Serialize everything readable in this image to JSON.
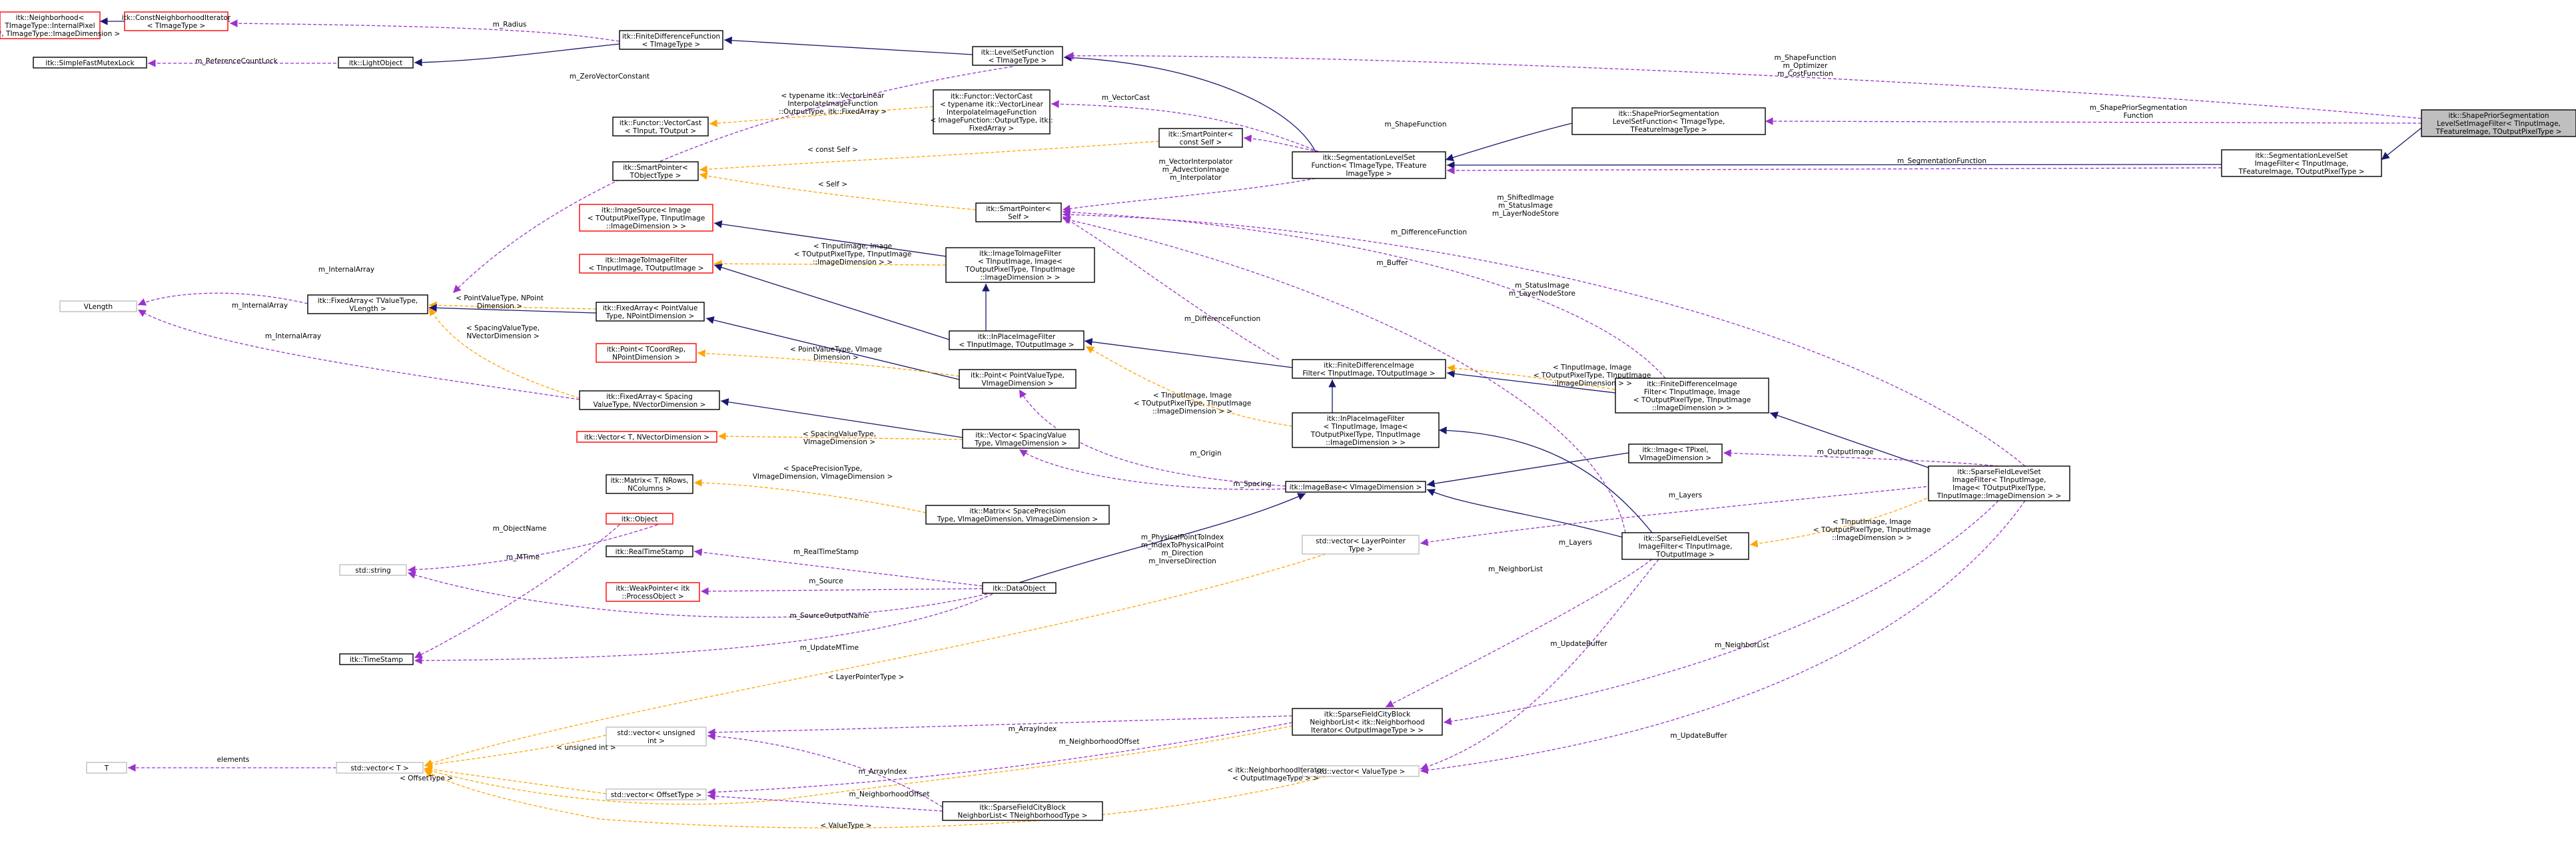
{
  "colors": {
    "inherit": "#191970",
    "usage": "#9a32cd",
    "template": "#ffa500",
    "border_black": "#000000",
    "border_red": "#ff0000",
    "border_grey": "#bfbfbf",
    "highlight_fill": "#bfbfbf"
  },
  "nodes": [
    {
      "id": "neighborhood",
      "lines": [
        "itk::Neighborhood<",
        "TImageType::InternalPixel",
        "Type *, TImageType::ImageDimension >"
      ],
      "border": "red"
    },
    {
      "id": "constnbhd",
      "lines": [
        "itk::ConstNeighborhoodIterator",
        "< TImageType >"
      ],
      "border": "red"
    },
    {
      "id": "simplefast",
      "lines": [
        "itk::SimpleFastMutexLock"
      ],
      "border": "black"
    },
    {
      "id": "lightobject",
      "lines": [
        "itk::LightObject"
      ],
      "border": "black"
    },
    {
      "id": "fdf",
      "lines": [
        "itk::FiniteDifferenceFunction",
        "< TImageType >"
      ],
      "border": "black"
    },
    {
      "id": "lsf",
      "lines": [
        "itk::LevelSetFunction",
        "< TImageType >"
      ],
      "border": "black"
    },
    {
      "id": "fvc_img",
      "lines": [
        "itk::Functor::VectorCast",
        "< typename itk::VectorLinear",
        "InterpolateImageFunction",
        "< ImageFunction::OutputType, itk::",
        "FixedArray >"
      ],
      "border": "black"
    },
    {
      "id": "fvc",
      "lines": [
        "itk::Functor::VectorCast",
        "< TInput, TOutput >"
      ],
      "border": "black"
    },
    {
      "id": "sp_const",
      "lines": [
        "itk::SmartPointer<",
        "const Self >"
      ],
      "border": "black"
    },
    {
      "id": "sp_tobj",
      "lines": [
        "itk::SmartPointer<",
        "TObjectType >"
      ],
      "border": "black"
    },
    {
      "id": "seglsf",
      "lines": [
        "itk::SegmentationLevelSet",
        "Function< TImageType, TFeature",
        "ImageType >"
      ],
      "border": "black"
    },
    {
      "id": "sp_self",
      "lines": [
        "itk::SmartPointer<",
        "Self >"
      ],
      "border": "black"
    },
    {
      "id": "spseglsf",
      "lines": [
        "itk::ShapePriorSegmentation",
        "LevelSetFunction< TImageType,",
        "TFeatureImageType >"
      ],
      "border": "black"
    },
    {
      "id": "seglsif",
      "lines": [
        "itk::SegmentationLevelSet",
        "ImageFilter< TInputImage,",
        "TFeatureImage, TOutputPixelType >"
      ],
      "border": "black"
    },
    {
      "id": "main",
      "lines": [
        "itk::ShapePriorSegmentation",
        "LevelSetImageFilter< TInputImage,",
        "TFeatureImage, TOutputPixelType >"
      ],
      "border": "black",
      "highlight": true
    },
    {
      "id": "imgsource",
      "lines": [
        "itk::ImageSource< Image",
        "< TOutputPixelType, TInputImage",
        "::ImageDimension > >"
      ],
      "border": "red"
    },
    {
      "id": "i2if_tin",
      "lines": [
        "itk::ImageToImageFilter",
        "< TInputImage, TOutputImage >"
      ],
      "border": "red"
    },
    {
      "id": "i2if",
      "lines": [
        "itk::ImageToImageFilter",
        "< TInputImage, Image<",
        "TOutputPixelType, TInputImage",
        "::ImageDimension > >"
      ],
      "border": "black"
    },
    {
      "id": "vlength",
      "lines": [
        "VLength"
      ],
      "border": "grey"
    },
    {
      "id": "fa_tval",
      "lines": [
        "itk::FixedArray< TValueType,",
        "VLength >"
      ],
      "border": "black"
    },
    {
      "id": "fa_pvt",
      "lines": [
        "itk::FixedArray< PointValue",
        "Type, NPointDimension >"
      ],
      "border": "black"
    },
    {
      "id": "point_tc",
      "lines": [
        "itk::Point< TCoordRep,",
        "NPointDimension >"
      ],
      "border": "red"
    },
    {
      "id": "ipif",
      "lines": [
        "itk::InPlaceImageFilter",
        "< TInputImage, TOutputImage >"
      ],
      "border": "black"
    },
    {
      "id": "point_pv",
      "lines": [
        "itk::Point< PointValueType,",
        "VImageDimension >"
      ],
      "border": "black"
    },
    {
      "id": "fa_spacing",
      "lines": [
        "itk::FixedArray< Spacing",
        "ValueType, NVectorDimension >"
      ],
      "border": "black"
    },
    {
      "id": "vector_t",
      "lines": [
        "itk::Vector< T, NVectorDimension >"
      ],
      "border": "red"
    },
    {
      "id": "vector_sv",
      "lines": [
        "itk::Vector< SpacingValue",
        "Type, VImageDimension >"
      ],
      "border": "black"
    },
    {
      "id": "fdif_tin",
      "lines": [
        "itk::FiniteDifferenceImage",
        "Filter< TInputImage, TOutputImage >"
      ],
      "border": "black"
    },
    {
      "id": "ipif_img",
      "lines": [
        "itk::InPlaceImageFilter",
        "< TInputImage, Image<",
        "TOutputPixelType, TInputImage",
        "::ImageDimension > >"
      ],
      "border": "black"
    },
    {
      "id": "fdif_img",
      "lines": [
        "itk::FiniteDifferenceImage",
        "Filter< TInputImage, Image",
        "< TOutputPixelType, TInputImage",
        "::ImageDimension > >"
      ],
      "border": "black"
    },
    {
      "id": "matrix_t",
      "lines": [
        "itk::Matrix< T, NRows,",
        "NColumns >"
      ],
      "border": "black"
    },
    {
      "id": "imagebase",
      "lines": [
        "itk::ImageBase< VImageDimension >"
      ],
      "border": "black"
    },
    {
      "id": "image_tpix",
      "lines": [
        "itk::Image< TPixel,",
        "VImageDimension >"
      ],
      "border": "black"
    },
    {
      "id": "matrix_sp",
      "lines": [
        "itk::Matrix< SpacePrecision",
        "Type, VImageDimension, VImageDimension >"
      ],
      "border": "black"
    },
    {
      "id": "object",
      "lines": [
        "itk::Object"
      ],
      "border": "red"
    },
    {
      "id": "sfls",
      "lines": [
        "itk::SparseFieldLevelSet",
        "ImageFilter< TInputImage,",
        "Image< TOutputPixelType,",
        "TInputImage::ImageDimension > >"
      ],
      "border": "black"
    },
    {
      "id": "stdstring",
      "lines": [
        "std::string"
      ],
      "border": "grey"
    },
    {
      "id": "realtimestamp",
      "lines": [
        "itk::RealTimeStamp"
      ],
      "border": "black"
    },
    {
      "id": "sv_layer",
      "lines": [
        "std::vector< LayerPointer",
        "Type >"
      ],
      "border": "grey"
    },
    {
      "id": "sfls_tout",
      "lines": [
        "itk::SparseFieldLevelSet",
        "ImageFilter< TInputImage,",
        "TOutputImage >"
      ],
      "border": "black"
    },
    {
      "id": "weakptr",
      "lines": [
        "itk::WeakPointer< itk",
        "::ProcessObject >"
      ],
      "border": "red"
    },
    {
      "id": "dataobject",
      "lines": [
        "itk::DataObject"
      ],
      "border": "black"
    },
    {
      "id": "timestamp",
      "lines": [
        "itk::TimeStamp"
      ],
      "border": "black"
    },
    {
      "id": "t",
      "lines": [
        "T"
      ],
      "border": "grey"
    },
    {
      "id": "sfcbnl_big",
      "lines": [
        "itk::SparseFieldCityBlock",
        "NeighborList< itk::Neighborhood",
        "Iterator< OutputImageType > >"
      ],
      "border": "black"
    },
    {
      "id": "sv_uint",
      "lines": [
        "std::vector< unsigned",
        "int >"
      ],
      "border": "grey"
    },
    {
      "id": "std_vector_t",
      "lines": [
        "std::vector< T >"
      ],
      "border": "grey"
    },
    {
      "id": "sv_valuetype",
      "lines": [
        "std::vector< ValueType >"
      ],
      "border": "grey"
    },
    {
      "id": "sv_offset",
      "lines": [
        "std::vector< OffsetType >"
      ],
      "border": "grey"
    },
    {
      "id": "sfcbnl_small",
      "lines": [
        "itk::SparseFieldCityBlock",
        "NeighborList< TNeighborhoodType >"
      ],
      "border": "black"
    }
  ],
  "edge_labels": [
    {
      "id": "l_radius",
      "lines": [
        "m_Radius"
      ]
    },
    {
      "id": "l_refcount",
      "lines": [
        "m_ReferenceCountLock"
      ]
    },
    {
      "id": "l_zerovec",
      "lines": [
        "m_ZeroVectorConstant"
      ]
    },
    {
      "id": "l_vectorcast",
      "lines": [
        "m_VectorCast"
      ]
    },
    {
      "id": "l_shapefunc_top",
      "lines": [
        "m_ShapeFunction",
        "m_Optimizer",
        "m_CostFunction"
      ]
    },
    {
      "id": "l_shapepriorfunc",
      "lines": [
        "m_ShapePriorSegmentation",
        "Function"
      ]
    },
    {
      "id": "l_typename",
      "lines": [
        "< typename itk::VectorLinear",
        "InterpolateImageFunction",
        "::OutputType, itk::FixedArray >"
      ]
    },
    {
      "id": "l_shapefunction",
      "lines": [
        "m_ShapeFunction"
      ]
    },
    {
      "id": "l_constself",
      "lines": [
        "< const Self >"
      ]
    },
    {
      "id": "l_vectorinterp",
      "lines": [
        "m_VectorInterpolator",
        "m_AdvectionImage",
        "m_Interpolator"
      ]
    },
    {
      "id": "l_segfunction",
      "lines": [
        "m_SegmentationFunction"
      ]
    },
    {
      "id": "l_self",
      "lines": [
        "< Self >"
      ]
    },
    {
      "id": "l_shifted",
      "lines": [
        "m_ShiftedImage",
        "m_StatusImage",
        "m_LayerNodeStore"
      ]
    },
    {
      "id": "l_difffunc",
      "lines": [
        "m_DifferenceFunction"
      ]
    },
    {
      "id": "l_tin_img1",
      "lines": [
        "< TInputImage, Image",
        "< TOutputPixelType, TInputImage",
        "::ImageDimension > >"
      ]
    },
    {
      "id": "l_internal1",
      "lines": [
        "m_InternalArray"
      ]
    },
    {
      "id": "l_pvt_npd",
      "lines": [
        "< PointValueType, NPoint",
        "Dimension >"
      ]
    },
    {
      "id": "l_internal2",
      "lines": [
        "m_InternalArray"
      ]
    },
    {
      "id": "l_buffer",
      "lines": [
        "m_Buffer"
      ]
    },
    {
      "id": "l_svt_nvd",
      "lines": [
        "< SpacingValueType,",
        "NVectorDimension >"
      ]
    },
    {
      "id": "l_status",
      "lines": [
        "m_StatusImage",
        "m_LayerNodeStore"
      ]
    },
    {
      "id": "l_difffunc2",
      "lines": [
        "m_DifferenceFunction"
      ]
    },
    {
      "id": "l_internal3",
      "lines": [
        "m_InternalArray"
      ]
    },
    {
      "id": "l_pvt_vid",
      "lines": [
        "< PointValueType, VImage",
        "Dimension >"
      ]
    },
    {
      "id": "l_tin_img2",
      "lines": [
        "< TInputImage, Image",
        "< TOutputPixelType, TInputImage",
        "::ImageDimension > >"
      ]
    },
    {
      "id": "l_tin_img3",
      "lines": [
        "< TInputImage, Image",
        "< TOutputPixelType, TInputImage",
        "::ImageDimension > >"
      ]
    },
    {
      "id": "l_svt_vid",
      "lines": [
        "< SpacingValueType,",
        "VImageDimension >"
      ]
    },
    {
      "id": "l_origin",
      "lines": [
        "m_Origin"
      ]
    },
    {
      "id": "l_outputimage",
      "lines": [
        "m_OutputImage"
      ]
    },
    {
      "id": "l_spacing_prec",
      "lines": [
        "< SpacePrecisionType,",
        "VImageDimension, VImageDimension >"
      ]
    },
    {
      "id": "l_spacing",
      "lines": [
        "m_Spacing"
      ]
    },
    {
      "id": "l_layers1",
      "lines": [
        "m_Layers"
      ]
    },
    {
      "id": "l_tin_img4",
      "lines": [
        "< TInputImage, Image",
        "< TOutputPixelType, TInputImage",
        "::ImageDimension > >"
      ]
    },
    {
      "id": "l_objectname",
      "lines": [
        "m_ObjectName"
      ]
    },
    {
      "id": "l_physical",
      "lines": [
        "m_PhysicalPointToIndex",
        "m_IndexToPhysicalPoint",
        "m_Direction",
        "m_InverseDirection"
      ]
    },
    {
      "id": "l_layers2",
      "lines": [
        "m_Layers"
      ]
    },
    {
      "id": "l_mtime",
      "lines": [
        "m_MTime"
      ]
    },
    {
      "id": "l_realtime",
      "lines": [
        "m_RealTimeStamp"
      ]
    },
    {
      "id": "l_neighborlist1",
      "lines": [
        "m_NeighborList"
      ]
    },
    {
      "id": "l_source",
      "lines": [
        "m_Source"
      ]
    },
    {
      "id": "l_sourceoutput",
      "lines": [
        "m_SourceOutputName"
      ]
    },
    {
      "id": "l_updatebuffer1",
      "lines": [
        "m_UpdateBuffer"
      ]
    },
    {
      "id": "l_neighborlist2",
      "lines": [
        "m_NeighborList"
      ]
    },
    {
      "id": "l_updatemtime",
      "lines": [
        "m_UpdateMTime"
      ]
    },
    {
      "id": "l_layerptr",
      "lines": [
        "< LayerPointerType >"
      ]
    },
    {
      "id": "l_arrayindex1",
      "lines": [
        "m_ArrayIndex"
      ]
    },
    {
      "id": "l_neighoffset1",
      "lines": [
        "m_NeighborhoodOffset"
      ]
    },
    {
      "id": "l_uint",
      "lines": [
        "< unsigned int >"
      ]
    },
    {
      "id": "l_elements",
      "lines": [
        "elements"
      ]
    },
    {
      "id": "l_nbhditer",
      "lines": [
        "< itk::NeighborhoodIterator",
        "< OutputImageType > >"
      ]
    },
    {
      "id": "l_arrayindex2",
      "lines": [
        "m_ArrayIndex"
      ]
    },
    {
      "id": "l_updatebuffer2",
      "lines": [
        "m_UpdateBuffer"
      ]
    },
    {
      "id": "l_offsettype",
      "lines": [
        "< OffsetType >"
      ]
    },
    {
      "id": "l_neighoffset2",
      "lines": [
        "m_NeighborhoodOffset"
      ]
    },
    {
      "id": "l_valuetype",
      "lines": [
        "< ValueType >"
      ]
    }
  ]
}
